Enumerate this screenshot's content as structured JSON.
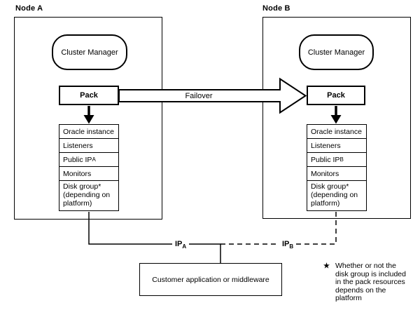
{
  "colors": {
    "line": "#000000",
    "background": "#ffffff"
  },
  "node_a": {
    "title": "Node A",
    "cluster_manager_label": "Cluster Manager",
    "pack_label": "Pack",
    "stack": [
      {
        "text": "Oracle instance"
      },
      {
        "text": "Listeners"
      },
      {
        "text": "Public IP",
        "sub": "A"
      },
      {
        "text": "Monitors"
      },
      {
        "text": "Disk group*\n(depending on\nplatform)"
      }
    ]
  },
  "node_b": {
    "title": "Node B",
    "cluster_manager_label": "Cluster Manager",
    "pack_label": "Pack",
    "stack": [
      {
        "text": "Oracle instance"
      },
      {
        "text": "Listeners"
      },
      {
        "text": "Public IP",
        "sub": "B"
      },
      {
        "text": "Monitors"
      },
      {
        "text": "Disk group*\n(depending on\nplatform)"
      }
    ]
  },
  "failover": {
    "label": "Failover"
  },
  "ip_labels": {
    "a": {
      "text": "IP",
      "sub": "A"
    },
    "b": {
      "text": "IP",
      "sub": "B"
    }
  },
  "customer_box": {
    "label": "Customer application or middleware"
  },
  "footnote": {
    "marker": "★",
    "text": "Whether or not the\ndisk group is included\nin the pack resources\ndepends on the\nplatform"
  }
}
